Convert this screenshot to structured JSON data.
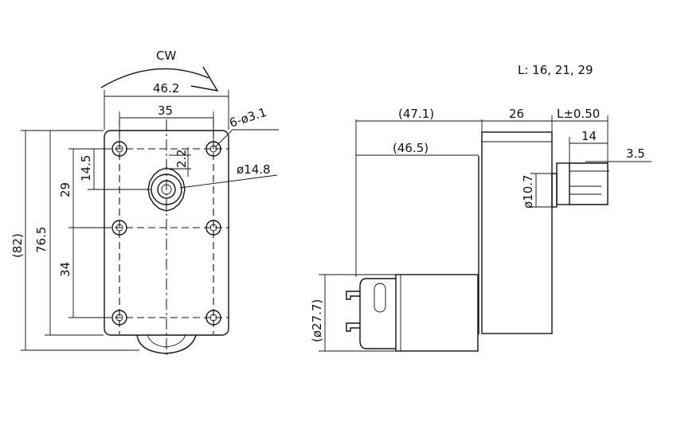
{
  "front_view": {
    "rotation_label": "CW",
    "width_outer": "46.2",
    "width_holes": "35",
    "holes_note": "6-ø3.1",
    "offset_small": "2.2",
    "height_small": "14.5",
    "shaft_dia": "ø14.8",
    "height_upper": "29",
    "height_lower": "34",
    "height_holes": "76.5",
    "height_total": "(82)"
  },
  "side_view": {
    "length_note": "L: 16, 21, 29",
    "dim_gear_len": "(47.1)",
    "dim_body_len": "(46.5)",
    "dim_box": "26",
    "dim_shaft": "L±0.50",
    "dim_shaft_key": "14",
    "dim_flat": "3.5",
    "dim_boss": "ø10.7",
    "dim_motor": "(ø27.7)"
  }
}
